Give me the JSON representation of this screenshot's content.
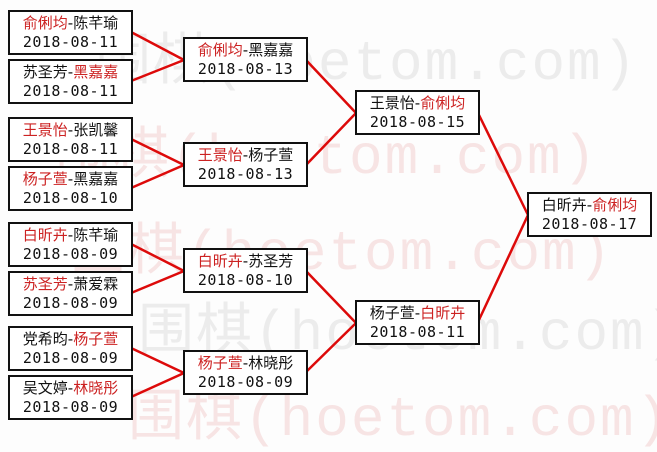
{
  "separator": "-",
  "colors": {
    "winner_name": "#cc2222",
    "connector": "#dd0a0a",
    "box_border": "#111111"
  },
  "watermark": {
    "text": "围棋(hoetom.com)"
  },
  "bracket": {
    "round1": [
      {
        "p1": "俞俐均",
        "p2": "陈芊瑜",
        "winner": "p1",
        "date": "2018-08-11"
      },
      {
        "p1": "苏圣芳",
        "p2": "黑嘉嘉",
        "winner": "p2",
        "date": "2018-08-11"
      },
      {
        "p1": "王景怡",
        "p2": "张凯馨",
        "winner": "p1",
        "date": "2018-08-11"
      },
      {
        "p1": "杨子萱",
        "p2": "黑嘉嘉",
        "winner": "p1",
        "date": "2018-08-10"
      },
      {
        "p1": "白昕卉",
        "p2": "陈芊瑜",
        "winner": "p1",
        "date": "2018-08-09"
      },
      {
        "p1": "苏圣芳",
        "p2": "萧爱霖",
        "winner": "p1",
        "date": "2018-08-09"
      },
      {
        "p1": "党希昀",
        "p2": "杨子萱",
        "winner": "p2",
        "date": "2018-08-09"
      },
      {
        "p1": "吴文婷",
        "p2": "林晓彤",
        "winner": "p2",
        "date": "2018-08-09"
      }
    ],
    "round2": [
      {
        "p1": "俞俐均",
        "p2": "黑嘉嘉",
        "winner": "p1",
        "date": "2018-08-13"
      },
      {
        "p1": "王景怡",
        "p2": "杨子萱",
        "winner": "p1",
        "date": "2018-08-13"
      },
      {
        "p1": "白昕卉",
        "p2": "苏圣芳",
        "winner": "p1",
        "date": "2018-08-10"
      },
      {
        "p1": "杨子萱",
        "p2": "林晓彤",
        "winner": "p1",
        "date": "2018-08-09"
      }
    ],
    "semifinals": [
      {
        "p1": "王景怡",
        "p2": "俞俐均",
        "winner": "p2",
        "date": "2018-08-15"
      },
      {
        "p1": "杨子萱",
        "p2": "白昕卉",
        "winner": "p2",
        "date": "2018-08-11"
      }
    ],
    "final": [
      {
        "p1": "白昕卉",
        "p2": "俞俐均",
        "winner": "p2",
        "date": "2018-08-17"
      }
    ]
  }
}
